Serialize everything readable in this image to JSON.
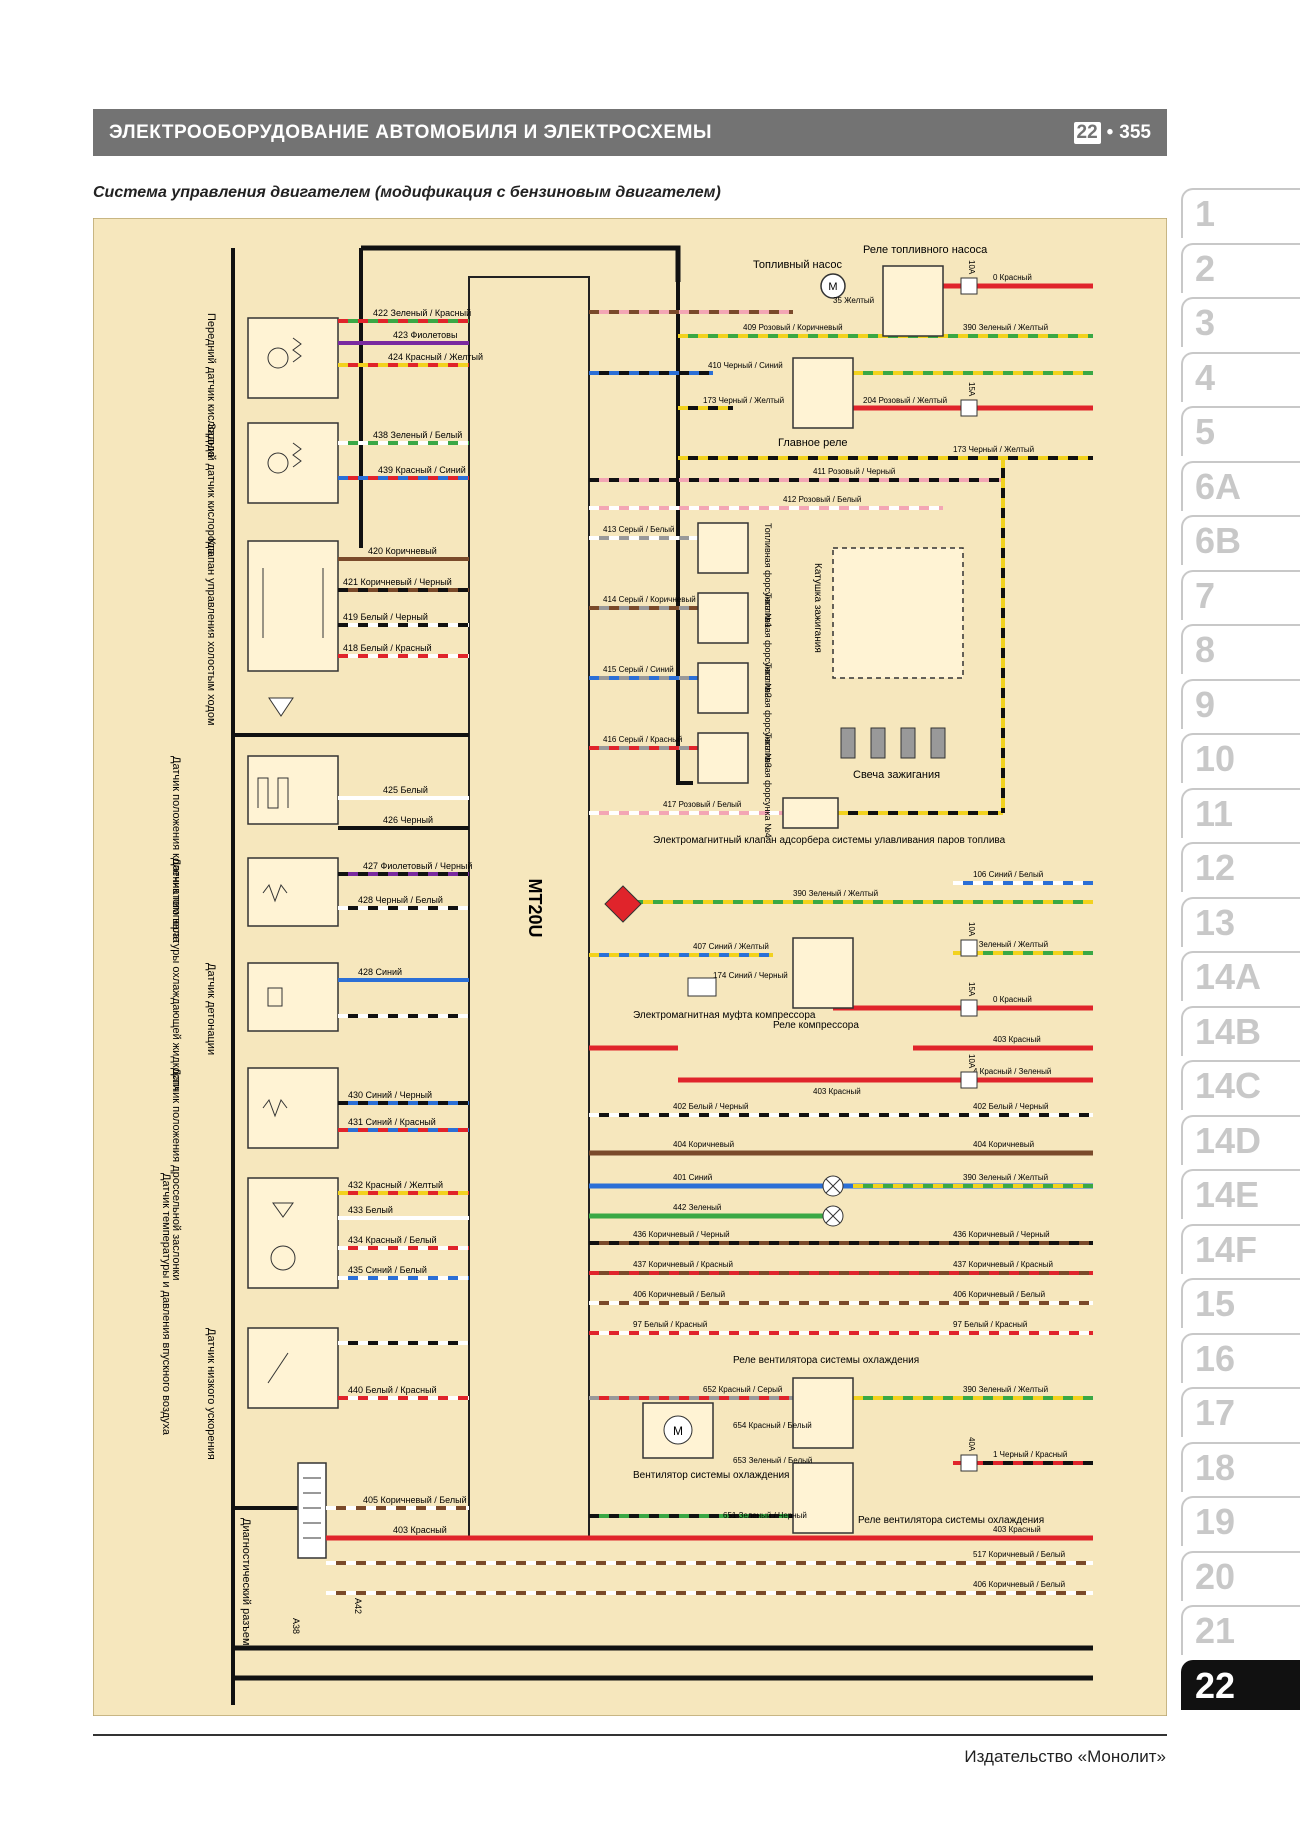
{
  "header": {
    "title": "ЭЛЕКТРООБОРУДОВАНИЕ АВТОМОБИЛЯ И ЭЛЕКТРОСХЕМЫ",
    "chapter": "22",
    "bullet": "•",
    "page": "355"
  },
  "subtitle": "Система управления двигателем (модификация с бензиновым двигателем)",
  "ecu": {
    "name": "MT20U"
  },
  "sensors": [
    "Передний датчик кислорода",
    "Задний датчик кислорода",
    "Клапан управления холостым ходом",
    "Датчик положения коленчатого вала",
    "Датчик температуры охлаждающей жидкости",
    "Датчик детонации",
    "Датчик положения дроссельной заслонки",
    "Датчик температуры и давления впускного воздуха",
    "Датчик низкого ускорения",
    "Диагностический разъем"
  ],
  "components": {
    "fuel_pump": "Топливный насос",
    "fuel_pump_relay": "Реле топливного насоса",
    "main_relay": "Главное реле",
    "injectors": [
      "Топливная форсунка №1",
      "Топливная форсунка №2",
      "Топливная форсунка №3",
      "Топливная форсунка №4"
    ],
    "ignition_coil": "Катушка зажигания",
    "spark_plugs": "Свеча зажигания",
    "canister_valve": "Электромагнитный клапан адсорбера системы улавливания паров топлива",
    "compressor_clutch": "Электромагнитная муфта компрессора",
    "compressor_relay": "Реле компрессора",
    "fan_relay_1": "Реле вентилятора системы охлаждения",
    "fan_relay_2": "Реле вентилятора системы охлаждения",
    "fan": "Вентилятор системы охлаждения"
  },
  "wire_labels": {
    "w422": "422 Зеленый / Красный",
    "w423": "423 Фиолетовы",
    "w424": "424 Красный / Желтый",
    "w438": "438 Зеленый / Белый",
    "w439": "439 Красный / Синий",
    "w420": "420 Коричневый",
    "w421": "421 Коричневый / Черный",
    "w419": "419 Белый / Черный",
    "w418": "418 Белый / Красный",
    "w425": "425 Белый",
    "w426": "426 Черный",
    "w427": "427 Фиолетовый / Черный",
    "w428": "428 Черный / Белый",
    "w428b": "428 Синий",
    "w430": "430 Синий / Черный",
    "w431": "431 Синий / Красный",
    "w432": "432 Красный / Желтый",
    "w433": "433 Белый",
    "w434": "434 Красный / Белый",
    "w435": "435 Синий / Белый",
    "w440": "440 Белый / Красный",
    "w405": "405 Коричневый / Белый",
    "w403a": "403 Красный",
    "w35": "35 Желтый",
    "w409": "409 Розовый / Коричневый",
    "w0r": "0 Красный",
    "w390": "390 Зеленый / Желтый",
    "w410": "410 Черный / Синий",
    "w173": "173 Черный / Желтый",
    "w204": "204 Розовый / Желтый",
    "w411": "411 Розовый / Черный",
    "w412": "412 Розовый / Белый",
    "w413": "413 Серый / Белый",
    "w414": "414 Серый / Коричневый",
    "w415": "415 Серый / Синий",
    "w416": "416 Серый / Красный",
    "w417": "417 Розовый / Белый",
    "w106": "106 Синий / Белый",
    "w407": "407 Синий / Желтый",
    "w174": "174 Синий / Черный",
    "w403": "403 Красный",
    "w4r": "4 Красный / Зеленый",
    "w402": "402 Белый / Черный",
    "w404": "404 Коричневый",
    "w401": "401 Синий",
    "w442": "442 Зеленый",
    "w436": "436 Коричневый / Черный",
    "w437": "437 Коричневый / Красный",
    "w406": "406 Коричневый / Белый",
    "w97": "97 Белый / Красный",
    "w652": "652 Красный / Серый",
    "w654": "654 Красный / Белый",
    "w653": "653 Зеленый / Белый",
    "w651": "651 Зеленый / Черный",
    "w1": "1 Черный / Красный",
    "w517": "517 Коричневый / Белый"
  },
  "fuses": {
    "f10a": "10A",
    "f15a": "15A",
    "f40a": "40A"
  },
  "connector_pins": {
    "a38": "A38",
    "a42": "A42"
  },
  "tabs": [
    "1",
    "2",
    "3",
    "4",
    "5",
    "6A",
    "6B",
    "7",
    "8",
    "9",
    "10",
    "11",
    "12",
    "13",
    "14A",
    "14B",
    "14C",
    "14D",
    "14E",
    "14F",
    "15",
    "16",
    "17",
    "18",
    "19",
    "20",
    "21",
    "22"
  ],
  "active_tab": "22",
  "footer": "Издательство «Монолит»",
  "colors": {
    "panel": "#f6e7bd",
    "header_bg": "#737373",
    "red": "#e0242b",
    "green": "#3aa845",
    "yellow": "#f2d21e",
    "blue": "#2b6fd6",
    "brown": "#7a4a2a",
    "pink": "#f3a6b4",
    "black": "#111111"
  }
}
